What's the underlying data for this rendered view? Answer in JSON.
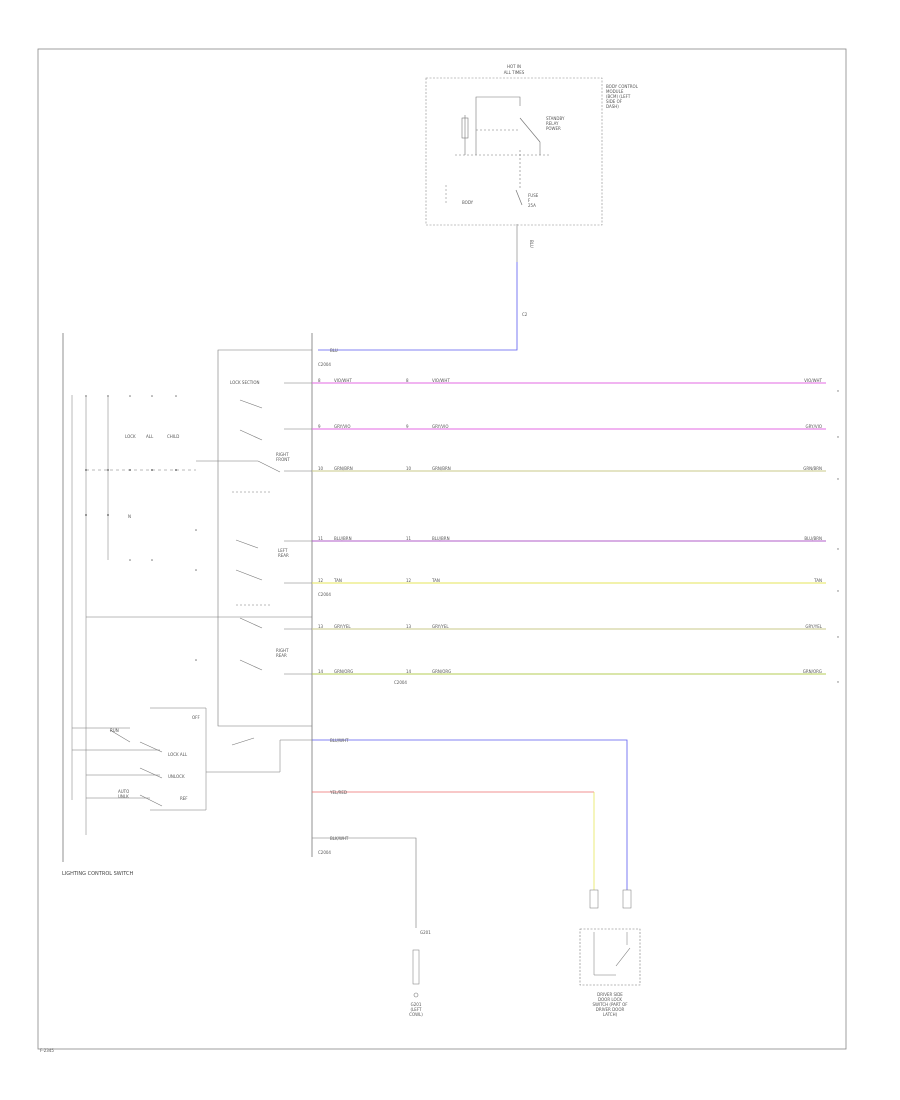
{
  "relay_box": {
    "title_line1": "HOT IN",
    "title_line2": "ALL TIMES",
    "module_label": [
      "BODY CONTROL",
      "MODULE",
      "(BCM) (LEFT",
      "SIDE OF",
      "DASH)"
    ],
    "relay_label": [
      "STANDBY",
      "RELAY",
      "POWER"
    ],
    "fuse_label": [
      "FUSE",
      "F",
      "25A"
    ],
    "inner_label": "BODY"
  },
  "power_wire": {
    "circuit_label": "C2",
    "color_label": "BLU"
  },
  "main_connector": {
    "label_top": "C2004",
    "label_mid": "C2004",
    "label_bottom": "C2004"
  },
  "switch": {
    "label": "LIGHTING CONTROL SWITCH",
    "lock_section": "LOCK SECTION",
    "right_front": [
      "RIGHT",
      "FRONT"
    ],
    "left_rear": [
      "LEFT",
      "REAR"
    ],
    "right_rear": [
      "RIGHT",
      "REAR"
    ],
    "lock": "LOCK",
    "unlock": "UNLOCK",
    "all": "ALL",
    "child": "CHILD",
    "lock_all": "LOCK ALL",
    "unlock_all": [
      "AUTO",
      "UNLK"
    ],
    "neutral": "N",
    "run": "RUN",
    "off": "OFF",
    "ref": "REF"
  },
  "wires": [
    {
      "pin": "8",
      "label": "VIO/WHT",
      "mid": "VIO/WHT",
      "end": "VIO/WHT",
      "color": "#e36ae3"
    },
    {
      "pin": "9",
      "label": "GRY/VIO",
      "mid": "GRY/VIO",
      "end": "GRY/VIO",
      "color": "#e36ae3"
    },
    {
      "pin": "10",
      "label": "GRN/BRN",
      "mid": "GRN/BRN",
      "end": "GRN/BRN",
      "color": "#c9c98a"
    },
    {
      "pin": "11",
      "label": "BLU/BRN",
      "mid": "BLU/BRN",
      "end": "BLU/BRN",
      "color": "#b05cc8"
    },
    {
      "pin": "12",
      "label": "TAN",
      "mid": "TAN",
      "end": "TAN",
      "color": "#e6e65a"
    },
    {
      "pin": "13",
      "label": "GRY/YEL",
      "mid": "GRY/YEL",
      "end": "GRY/YEL",
      "color": "#c9c98a"
    },
    {
      "pin": "14",
      "label": "GRN/ORG",
      "mid": "GRN/ORG",
      "end": "GRN/ORG",
      "color": "#b4cc55"
    }
  ],
  "lower_wires": {
    "blue_label": "BLU/WHT",
    "red_label": "YEL/RED",
    "ground_label": "BLK/WHT",
    "ground_conn": "C2004"
  },
  "ground": {
    "label": [
      "G201",
      "(LEFT",
      "COWL)"
    ],
    "code": "G201"
  },
  "door_sensor": {
    "label": [
      "DRIVER SIDE",
      "DOOR LOCK",
      "SWITCH (PART OF",
      "DRIVER DOOR",
      "LATCH)"
    ],
    "left_wire": "YEL/RED",
    "right_wire": "BLU/WHT"
  },
  "footer": {
    "code": "F-2345"
  },
  "colors": {
    "frame": "#888888",
    "line": "#777777",
    "power_blue": "#5b5bf0",
    "red": "#ee6b6b",
    "yellow": "#e6e65a"
  }
}
